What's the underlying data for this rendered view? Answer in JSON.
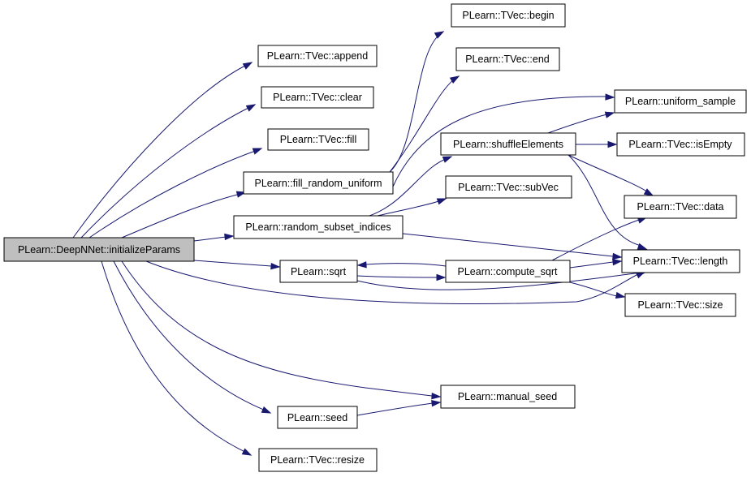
{
  "graph": {
    "nodes": {
      "initializeParams": "PLearn::DeepNNet::initializeParams",
      "append": "PLearn::TVec::append",
      "clear": "PLearn::TVec::clear",
      "fill": "PLearn::TVec::fill",
      "fill_random_uniform": "PLearn::fill_random_uniform",
      "random_subset_indices": "PLearn::random_subset_indices",
      "sqrt": "PLearn::sqrt",
      "seed": "PLearn::seed",
      "resize": "PLearn::TVec::resize",
      "begin": "PLearn::TVec::begin",
      "end": "PLearn::TVec::end",
      "uniform_sample": "PLearn::uniform_sample",
      "shuffleElements": "PLearn::shuffleElements",
      "subVec": "PLearn::TVec::subVec",
      "compute_sqrt": "PLearn::compute_sqrt",
      "manual_seed": "PLearn::manual_seed",
      "isEmpty": "PLearn::TVec::isEmpty",
      "data": "PLearn::TVec::data",
      "length": "PLearn::TVec::length",
      "size": "PLearn::TVec::size"
    },
    "colors": {
      "edge": "#191970",
      "root_fill": "#bfbfbf",
      "node_fill": "#ffffff",
      "node_border": "#000000"
    }
  }
}
